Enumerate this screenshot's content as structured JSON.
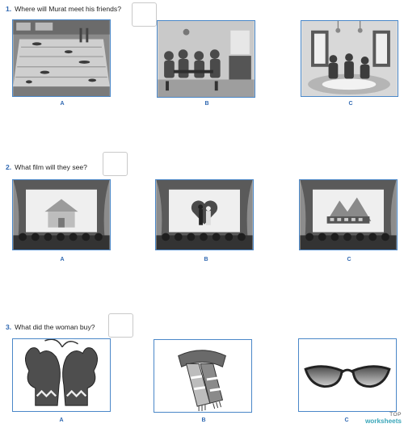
{
  "questions": [
    {
      "number": "1.",
      "text": "Where will Murat meet his friends?",
      "options": [
        {
          "label": "A",
          "scene": "swimming pool"
        },
        {
          "label": "B",
          "scene": "cafe with friends"
        },
        {
          "label": "C",
          "scene": "friends sitting on floor in living room"
        }
      ]
    },
    {
      "number": "2.",
      "text": "What film will they see?",
      "options": [
        {
          "label": "A",
          "scene": "cinema screen showing a snowy house"
        },
        {
          "label": "B",
          "scene": "cinema screen showing a couple with a heart"
        },
        {
          "label": "C",
          "scene": "cinema screen showing a train and mountains"
        }
      ]
    },
    {
      "number": "3.",
      "text": "What did the woman buy?",
      "options": [
        {
          "label": "A",
          "scene": "mittens"
        },
        {
          "label": "B",
          "scene": "scarf"
        },
        {
          "label": "C",
          "scene": "sunglasses"
        }
      ]
    }
  ],
  "logo": {
    "line1": "TOP",
    "line2": "worksheets"
  },
  "colors": {
    "accent": "#2e67b1",
    "card_border": "#4a87c8",
    "logo": "#3aa6b9"
  }
}
